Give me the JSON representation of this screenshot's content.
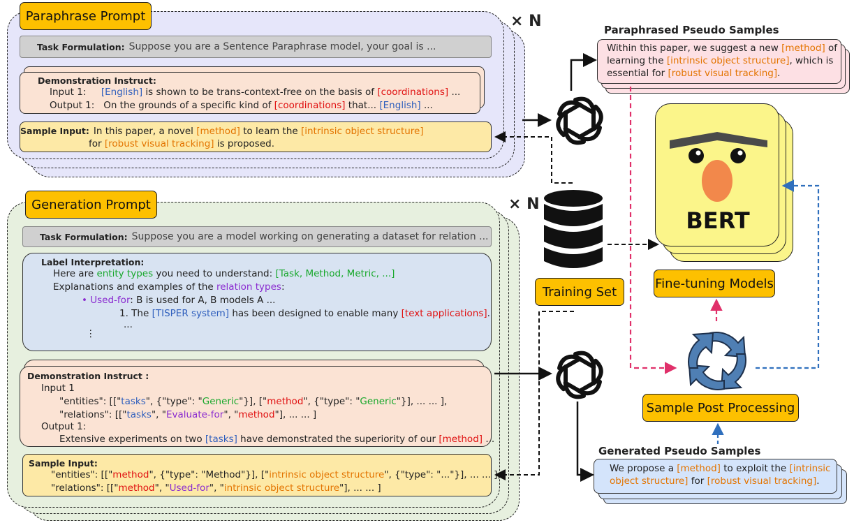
{
  "paraphrase": {
    "tag": "Paraphrase Prompt",
    "task_label": "Task Formulation:",
    "task_text": "Suppose you are a Sentence Paraphrase model, your goal is ...",
    "demo_label": "Demonstration Instruct:",
    "input_label": "Input 1:",
    "input_a": "[English]",
    "input_b": " is shown to be trans-context-free on the basis of ",
    "input_c": "[coordinations]",
    "input_d": " ...",
    "output_label": "Output 1:",
    "output_a": "On the grounds of a specific kind of ",
    "output_b": "[coordinations]",
    "output_c": " that... ",
    "output_d": "[English]",
    "output_e": " ...",
    "sample_label": "Sample Input:",
    "s1a": "In this paper, a novel ",
    "s1b": "[method]",
    "s1c": " to learn the ",
    "s1d": "[intrinsic object structure]",
    "s2a": "for ",
    "s2b": "[robust visual tracking]",
    "s2c": " is proposed."
  },
  "generation": {
    "tag": "Generation Prompt",
    "task_label": "Task Formulation:",
    "task_text": "Suppose you are a model working on generating a dataset for relation ...",
    "label_title": "Label Interpretation:",
    "l1a": "Here are ",
    "l1b": "entity types",
    "l1c": " you need to understand: ",
    "l1d": "[Task, Method, Metric, ...]",
    "l2a": "Explanations and examples of the ",
    "l2b": "relation types",
    "l2c": ":",
    "l3a": "Used-for",
    "l3b": ": B is used for A, B models A ...",
    "l4a": "1. The ",
    "l4b": "[TISPER system]",
    "l4c": " has been designed to enable many ",
    "l4d": "[text applications]",
    "l4e": ".",
    "l5": "...",
    "l6": "⋮",
    "demo_title": "Demonstration Instruct :",
    "d_input": "Input 1",
    "d1a": "\"entities\": [[\"",
    "d1b": "tasks",
    "d1c": "\", {\"type\": \"",
    "d1d": "Generic",
    "d1e": "\"}], [\"",
    "d1f": "method",
    "d1g": "\", {\"type\": \"",
    "d1h": "Generic",
    "d1i": "\"}], ... ... ],",
    "d2a": "\"relations\": [[\"",
    "d2b": "tasks",
    "d2c": "\", \"",
    "d2d": "Evaluate-for",
    "d2e": "\", \"",
    "d2f": "method",
    "d2g": "\"], ... ... ]",
    "d_output": "Output 1:",
    "d3a": "Extensive experiments on two ",
    "d3b": "[tasks]",
    "d3c": " have demonstrated the superiority of our ",
    "d3d": "[method]",
    "d3e": " ...",
    "sample_title": "Sample Input:",
    "s1a": "\"entities\": [[\"",
    "s1b": "method",
    "s1c": "\", {\"type\": \"Method\"}], [\"",
    "s1d": "intrinsic object structure",
    "s1e": "\", {\"type\": \"...\"}], ... ... ],",
    "s2a": "\"relations\": [[\"",
    "s2b": "method",
    "s2c": "\", \"",
    "s2d": "Used-for",
    "s2e": "\", \"",
    "s2f": "intrinsic object structure",
    "s2g": "\"], ... ... ]"
  },
  "right": {
    "times_n": "× N",
    "para_title": "Paraphrased Pseudo Samples",
    "p1a": "Within this paper, we suggest a new ",
    "p1b": "[method]",
    "p1c": " of",
    "p2a": "learning the ",
    "p2b": "[intrinsic object structure]",
    "p2c": ", which is",
    "p3a": "essential for ",
    "p3b": "[robust visual tracking]",
    "p3c": ".",
    "bert": "BERT",
    "training_set": "Training Set",
    "fine_tuning": "Fine-tuning Models",
    "post_processing": "Sample Post Processing",
    "gen_title": "Generated Pseudo Samples",
    "g1a": "We propose a ",
    "g1b": "[method]",
    "g1c": " to exploit the ",
    "g1d": "[intrinsic",
    "g2a": "object structure]",
    "g2b": " for ",
    "g2c": "[robust visual tracking]",
    "g2d": "."
  },
  "colors": {
    "tag_yellow": "#fdc000",
    "paraphrase_bg": "#e6e6fa",
    "generation_bg": "#e7f0df",
    "pink_arrow": "#e0306a",
    "blue_arrow": "#2f6fbd"
  },
  "icons": [
    "openai-logo-icon",
    "database-icon",
    "bert-face-icon",
    "refresh-cycle-icon"
  ]
}
